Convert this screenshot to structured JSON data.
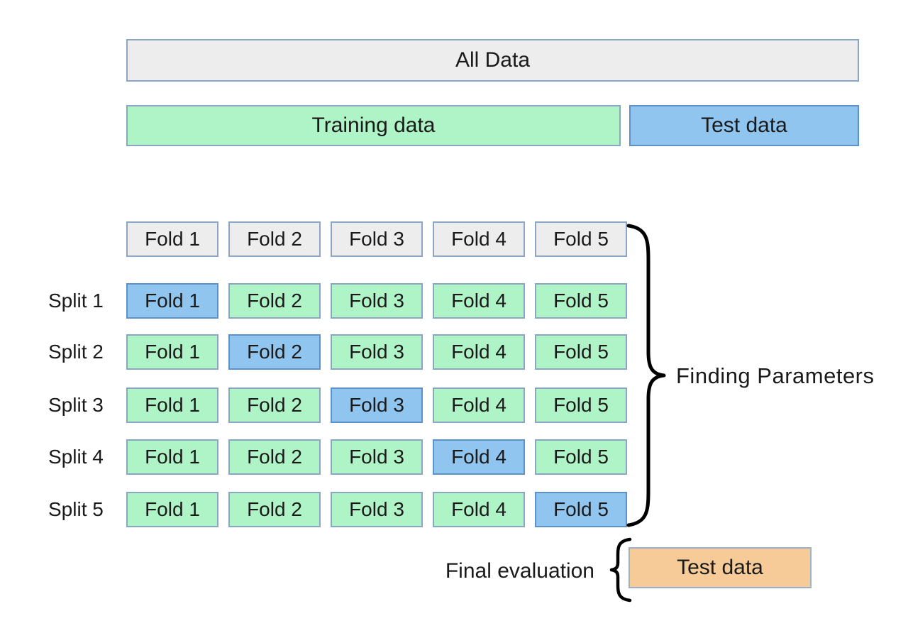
{
  "colors": {
    "gray": "#ededed",
    "green": "#aff4c6",
    "blue": "#90c5f0",
    "orange": "#f6cb98",
    "border": "#8ba6c5",
    "border_test": "#5e91c8",
    "border_orange": "#9bb0cc",
    "brace": "#000000",
    "text": "#1a1a1a"
  },
  "top_section": {
    "all_data_label": "All Data",
    "training_label": "Training data",
    "test_label": "Test data"
  },
  "cv_grid": {
    "header_folds": [
      "Fold 1",
      "Fold 2",
      "Fold 3",
      "Fold 4",
      "Fold 5"
    ],
    "splits": [
      {
        "label": "Split 1",
        "cells": [
          {
            "text": "Fold 1",
            "role": "test"
          },
          {
            "text": "Fold 2",
            "role": "train"
          },
          {
            "text": "Fold 3",
            "role": "train"
          },
          {
            "text": "Fold 4",
            "role": "train"
          },
          {
            "text": "Fold 5",
            "role": "train"
          }
        ]
      },
      {
        "label": "Split 2",
        "cells": [
          {
            "text": "Fold 1",
            "role": "train"
          },
          {
            "text": "Fold 2",
            "role": "test"
          },
          {
            "text": "Fold 3",
            "role": "train"
          },
          {
            "text": "Fold 4",
            "role": "train"
          },
          {
            "text": "Fold 5",
            "role": "train"
          }
        ]
      },
      {
        "label": "Split 3",
        "cells": [
          {
            "text": "Fold 1",
            "role": "train"
          },
          {
            "text": "Fold 2",
            "role": "train"
          },
          {
            "text": "Fold 3",
            "role": "test"
          },
          {
            "text": "Fold 4",
            "role": "train"
          },
          {
            "text": "Fold 5",
            "role": "train"
          }
        ]
      },
      {
        "label": "Split 4",
        "cells": [
          {
            "text": "Fold 1",
            "role": "train"
          },
          {
            "text": "Fold 2",
            "role": "train"
          },
          {
            "text": "Fold 3",
            "role": "train"
          },
          {
            "text": "Fold 4",
            "role": "test"
          },
          {
            "text": "Fold 5",
            "role": "train"
          }
        ]
      },
      {
        "label": "Split 5",
        "cells": [
          {
            "text": "Fold 1",
            "role": "train"
          },
          {
            "text": "Fold 2",
            "role": "train"
          },
          {
            "text": "Fold 3",
            "role": "train"
          },
          {
            "text": "Fold 4",
            "role": "train"
          },
          {
            "text": "Fold 5",
            "role": "test"
          }
        ]
      }
    ]
  },
  "annotations": {
    "finding_parameters_label": "Finding Parameters",
    "final_evaluation_label": "Final evaluation",
    "final_test_label": "Test data"
  }
}
